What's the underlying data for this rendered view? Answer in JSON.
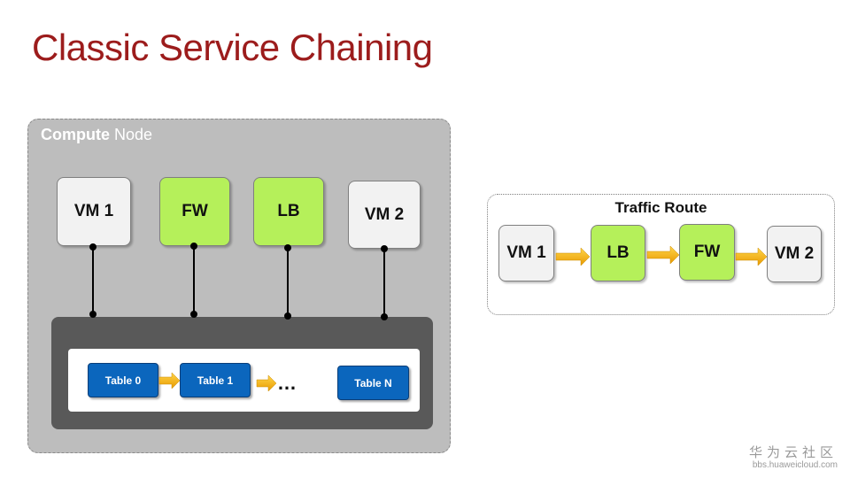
{
  "title": "Classic Service Chaining",
  "compute_node": {
    "label_bold": "Compute",
    "label_rest": " Node",
    "vms": [
      {
        "label": "VM  1",
        "color": "grey"
      },
      {
        "label": "FW",
        "color": "green"
      },
      {
        "label": "LB",
        "color": "green"
      },
      {
        "label": "VM  2",
        "color": "grey"
      }
    ],
    "tables": [
      "Table 0",
      "Table 1",
      "Table N"
    ],
    "ellipsis": "…"
  },
  "traffic_route": {
    "title": "Traffic Route",
    "steps": [
      {
        "label": "VM  1",
        "color": "grey"
      },
      {
        "label": "LB",
        "color": "green"
      },
      {
        "label": "FW",
        "color": "green"
      },
      {
        "label": "VM  2",
        "color": "grey"
      }
    ]
  },
  "watermark": {
    "chinese": "华为云社区",
    "url": "bbs.huaweicloud.com"
  },
  "colors": {
    "title": "#9c1c1c",
    "green_box": "#b5f05a",
    "grey_box": "#f2f2f2",
    "table_blue": "#0b66bd",
    "arrow_orange": "#f5b400"
  }
}
